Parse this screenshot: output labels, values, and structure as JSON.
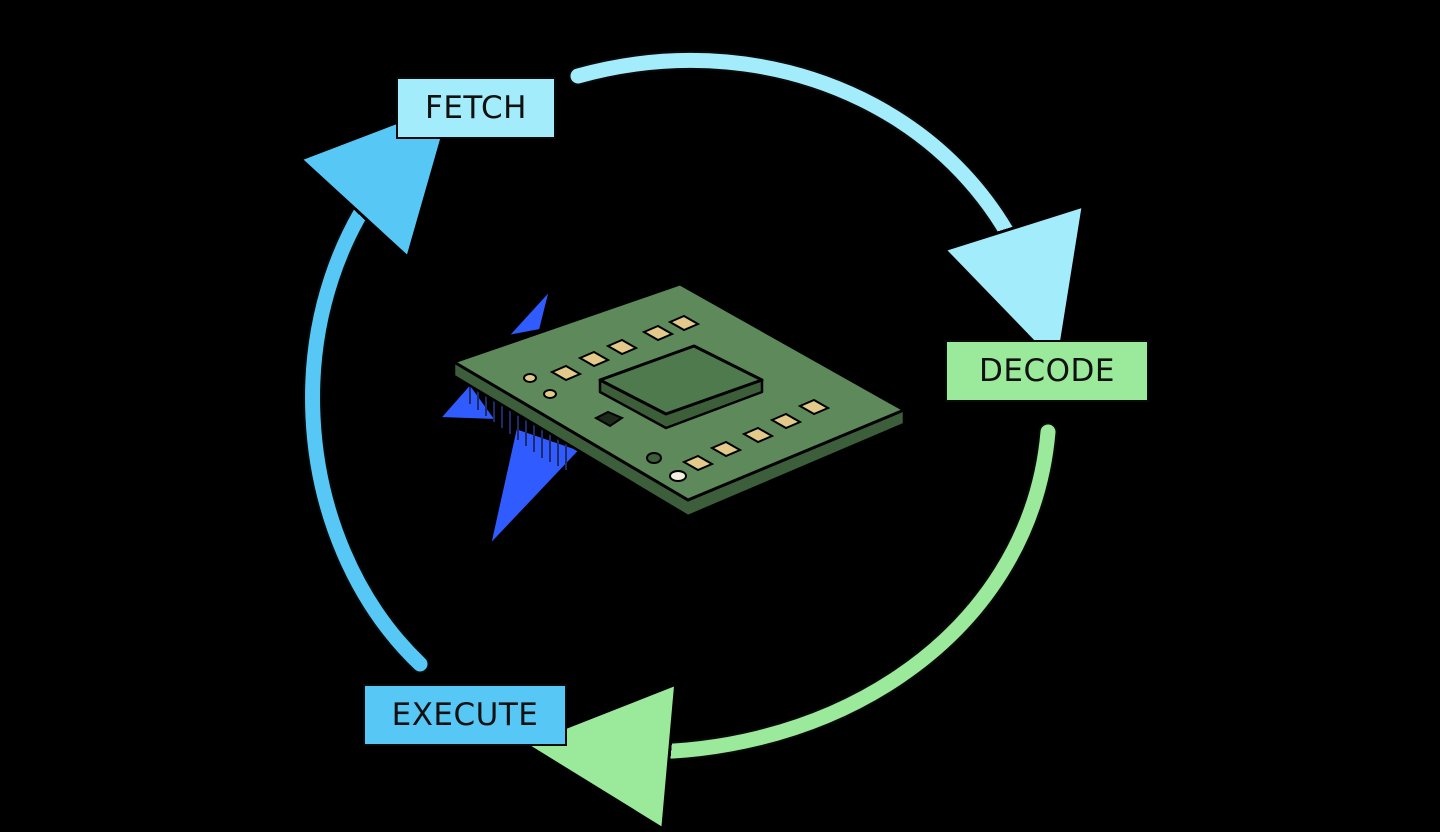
{
  "diagram": {
    "stages": [
      {
        "key": "fetch",
        "label": "FETCH",
        "color": "#a3ecfb"
      },
      {
        "key": "decode",
        "label": "DECODE",
        "color": "#9be99a"
      },
      {
        "key": "execute",
        "label": "EXECUTE",
        "color": "#57c8f5"
      }
    ],
    "arrows": [
      {
        "from": "FETCH",
        "to": "DECODE",
        "color": "#a3ecfb"
      },
      {
        "from": "DECODE",
        "to": "EXECUTE",
        "color": "#9be99a"
      },
      {
        "from": "EXECUTE",
        "to": "FETCH",
        "color": "#57c8f5"
      }
    ],
    "center_graphic": "cpu-chip-icon",
    "colors": {
      "background": "#000000",
      "chip_board": "#5e8a5b",
      "chip_die": "#4f7a4d",
      "chip_pads": "#e3c98a",
      "chip_shadow_accent": "#2f5bff"
    }
  }
}
